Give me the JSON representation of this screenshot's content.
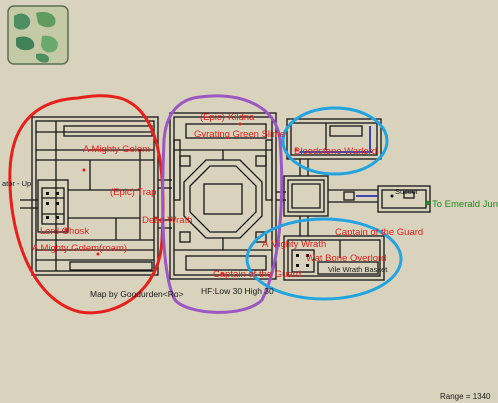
{
  "labels": {
    "epic_kildna": "(Epic)-Kildna",
    "gyrating": "Gyrating Green Slime",
    "mighty_golem": "A Mighty Golem",
    "dead_wrath": "Dead Wrath",
    "lord_ghosk": "Lord Ghosk",
    "mighty_golem_roam": "A Mighty Golem(roam)",
    "captain_guard_1": "Captain of the Guard",
    "captain_guard_2": "Captain of the Guard",
    "bone_overlord": "Wat Bone Overlord",
    "basket": "Vile Wrath Basket",
    "bloodstone_warlord": "Bloodstone Warlord",
    "succor": "Succor",
    "to_emerald": "To Emerald Jungle",
    "epic_trap": "(Epic) Trap",
    "mighty_wrath": "A Mighty Wrath",
    "map_by": "Map by Goodurden<Ro>",
    "hf": "HF:Low 30 High 30",
    "range": "Range = 1340",
    "left_stub": "ator - Up"
  },
  "colors": {
    "background": "#d9d2bd",
    "walls": "#151515",
    "label_red": "#e8201c",
    "label_green": "#1f8a1f",
    "circle_red": "#e8201c",
    "circle_purple": "#9b57c2",
    "circle_blue": "#22a4e0",
    "accent_blue": "#2a35b5"
  },
  "icons": {
    "minimap": "world-minimap-icon"
  }
}
